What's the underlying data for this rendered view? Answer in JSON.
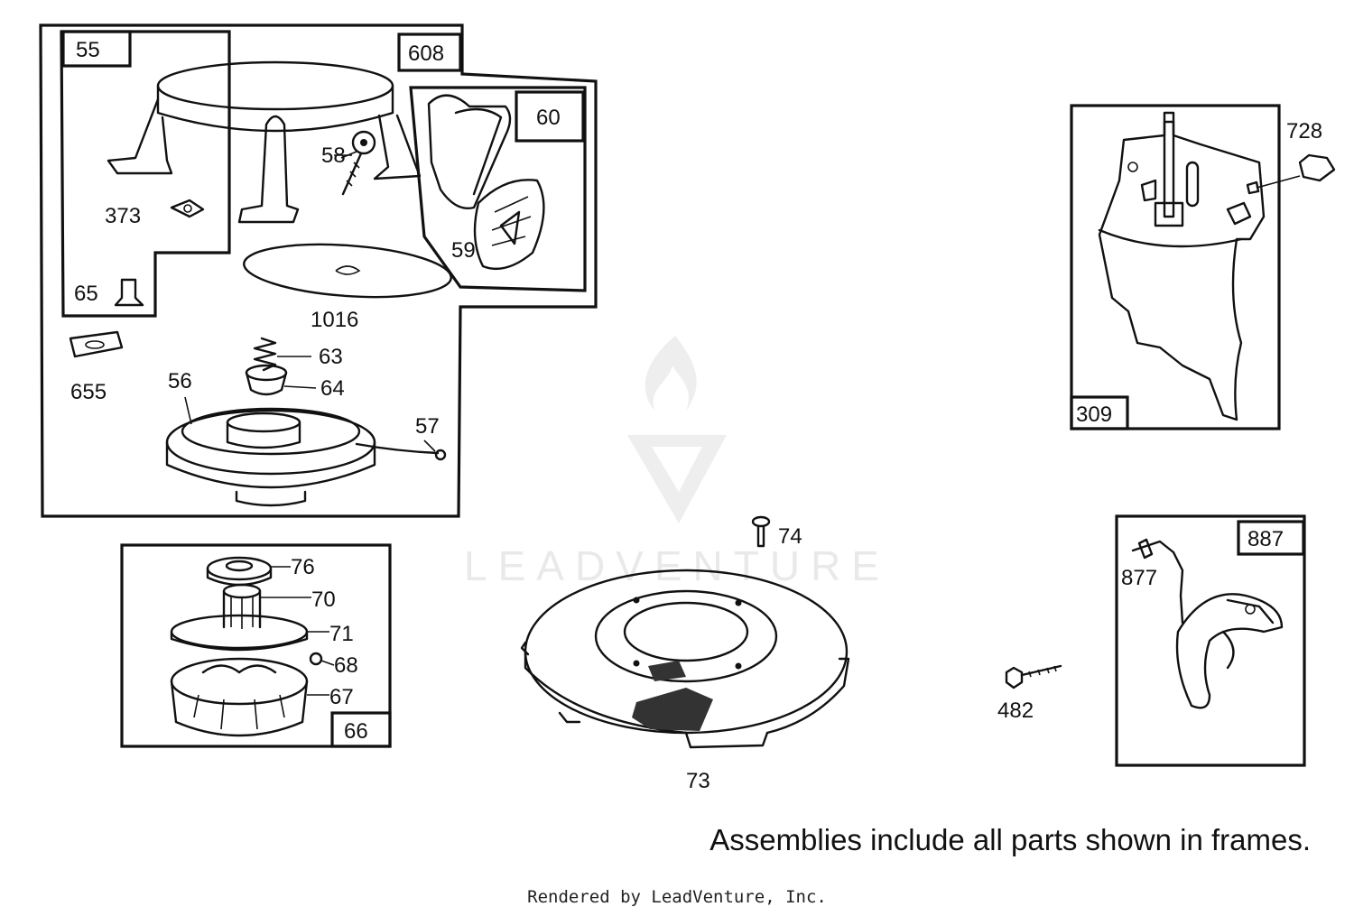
{
  "watermark": {
    "text": "LEADVENTURE"
  },
  "frames": {
    "f55": "55",
    "f608": "608",
    "f60": "60",
    "f309": "309",
    "f66": "66",
    "f887": "887"
  },
  "parts": {
    "p58": "58",
    "p373": "373",
    "p65": "65",
    "p655": "655",
    "p1016": "1016",
    "p59": "59",
    "p63": "63",
    "p64": "64",
    "p56": "56",
    "p57": "57",
    "p728": "728",
    "p76": "76",
    "p70": "70",
    "p71": "71",
    "p68": "68",
    "p67": "67",
    "p74": "74",
    "p73": "73",
    "p877": "877",
    "p482": "482"
  },
  "footer": {
    "note": "Assemblies include all parts shown in frames.",
    "credit": "Rendered by LeadVenture, Inc."
  }
}
